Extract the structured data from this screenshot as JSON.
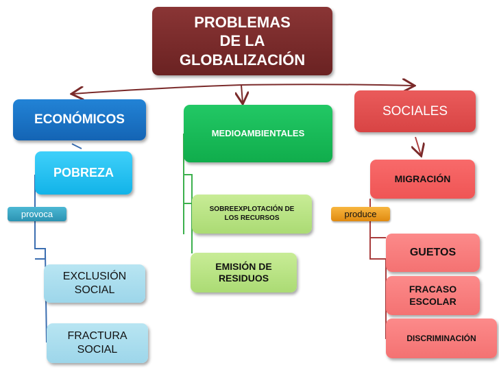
{
  "title": "PROBLEMAS\nDE LA\nGLOBALIZACIÓN",
  "economicos": {
    "label": "ECONÓMICOS",
    "child": "POBREZA",
    "link": "provoca",
    "effects": [
      "EXCLUSIÓN\nSOCIAL",
      "FRACTURA\nSOCIAL"
    ]
  },
  "medioambientales": {
    "label": "MEDIOAMBIENTALES",
    "effects": [
      "SOBREEXPLOTACIÓN DE\nLOS RECURSOS",
      "EMISIÓN DE\nRESIDUOS"
    ]
  },
  "sociales": {
    "label": "SOCIALES",
    "child": "MIGRACIÓN",
    "link": "produce",
    "effects": [
      "GUETOS",
      "FRACASO\nESCOLAR",
      "DISCRIMINACIÓN"
    ]
  }
}
